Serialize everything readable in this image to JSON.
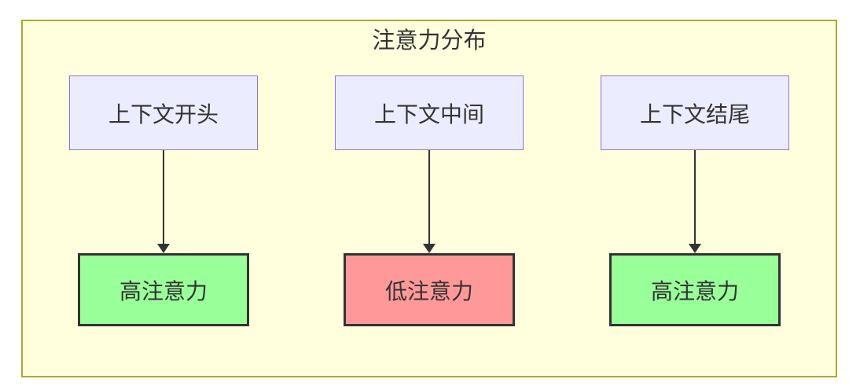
{
  "diagram": {
    "title": "注意力分布",
    "columns": [
      {
        "source": "上下文开头",
        "target": "高注意力",
        "status": "high",
        "color": "#99ff99"
      },
      {
        "source": "上下文中间",
        "target": "低注意力",
        "status": "low",
        "color": "#ff9999"
      },
      {
        "source": "上下文结尾",
        "target": "高注意力",
        "status": "high",
        "color": "#99ff99"
      }
    ],
    "colors": {
      "container_fill": "#ffffde",
      "container_border": "#aaaa33",
      "source_fill": "#ececff",
      "source_border": "#9370db",
      "target_border": "#333333",
      "high_attention": "#99ff99",
      "low_attention": "#ff9999",
      "arrow": "#333333",
      "text": "#333333"
    }
  }
}
